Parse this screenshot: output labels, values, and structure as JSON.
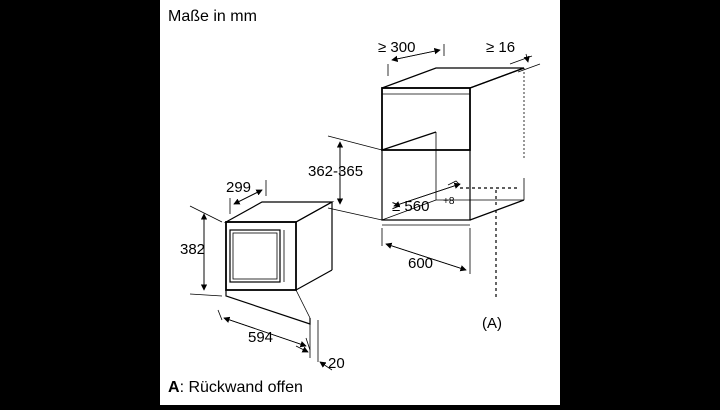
{
  "title": "Maße in mm",
  "legend": {
    "key": "A",
    "sep": ": ",
    "text": "Rückwand offen"
  },
  "dimensions": {
    "depth_min": "≥ 300",
    "gap_min": "≥ 16",
    "niche_height": "362-365",
    "niche_width": "≥ 560",
    "niche_width_tol": "+8",
    "niche_depth": "600",
    "appliance_depth": "299",
    "appliance_height": "382",
    "appliance_width": "594",
    "front_panel": "20"
  },
  "marker_label": "(A)",
  "colors": {
    "background": "#000000",
    "panel": "#ffffff",
    "ink": "#000000"
  }
}
